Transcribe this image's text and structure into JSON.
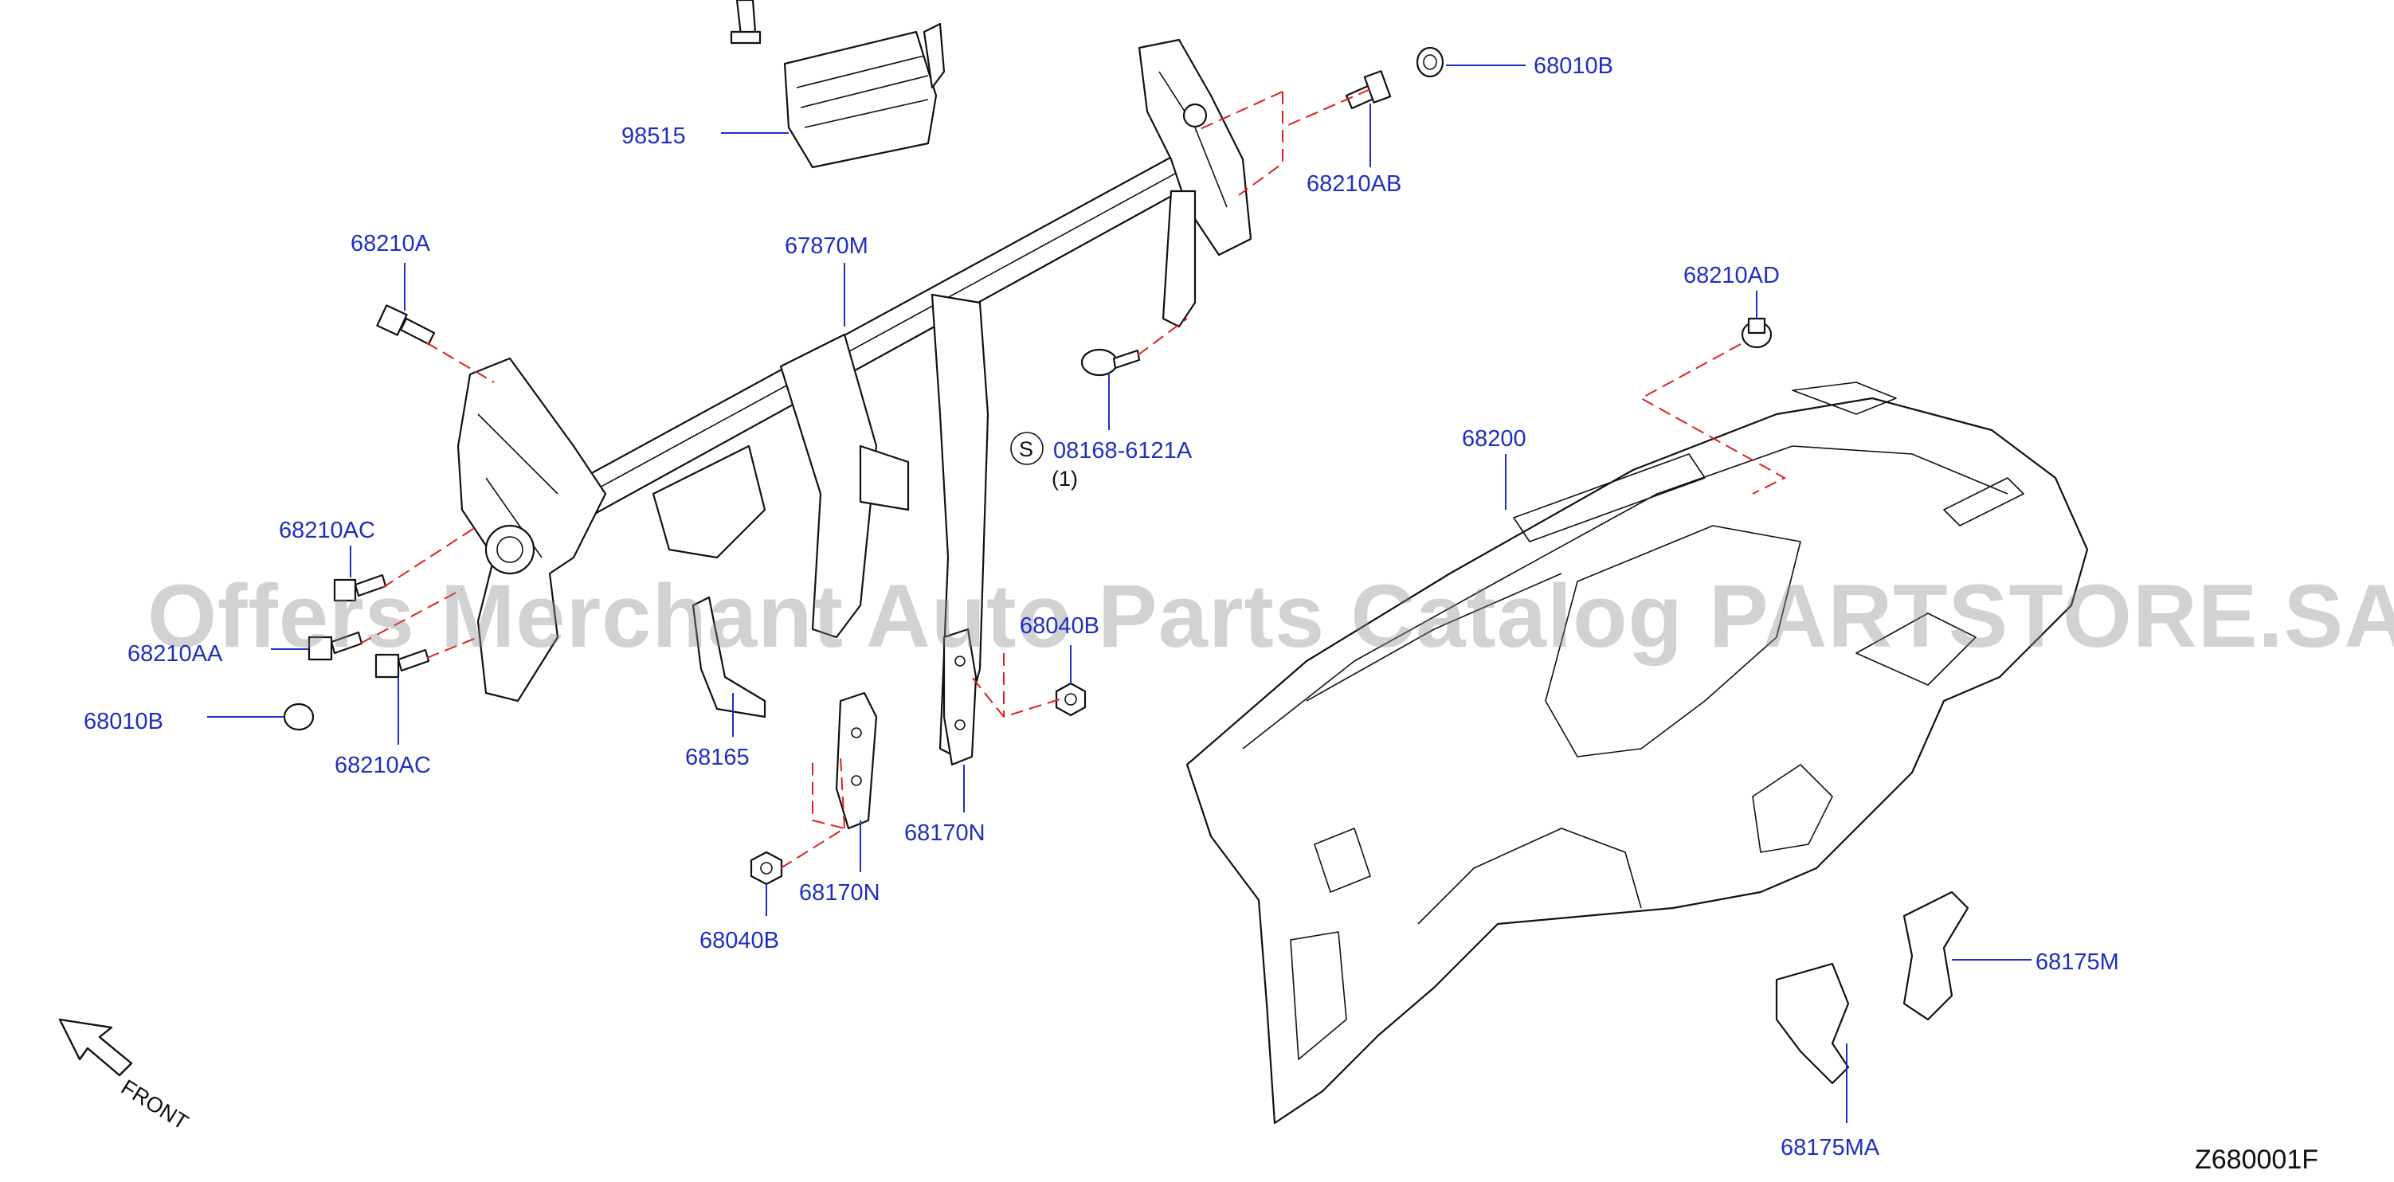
{
  "diagram": {
    "watermark": "Offers Merchant Auto Parts Catalog PARTSTORE.SA",
    "drawing_code": "Z680001F",
    "front_label": "FRONT",
    "standard_part_symbol": "S",
    "standard_part_qty": "(1)",
    "callouts": {
      "c98515": "98515",
      "c68010B_top": "68010B",
      "c68210AB": "68210AB",
      "c68210A": "68210A",
      "c67870M": "67870M",
      "c68210AD": "68210AD",
      "c08168": "08168-6121A",
      "c68200": "68200",
      "c68210AC_1": "68210AC",
      "c68210AA": "68210AA",
      "c68010B": "68010B",
      "c68210AC_2": "68210AC",
      "c68040B_top": "68040B",
      "c68165": "68165",
      "c68170N_1": "68170N",
      "c68170N_2": "68170N",
      "c68040B": "68040B",
      "c68175M": "68175M",
      "c68175MA": "68175MA"
    }
  }
}
